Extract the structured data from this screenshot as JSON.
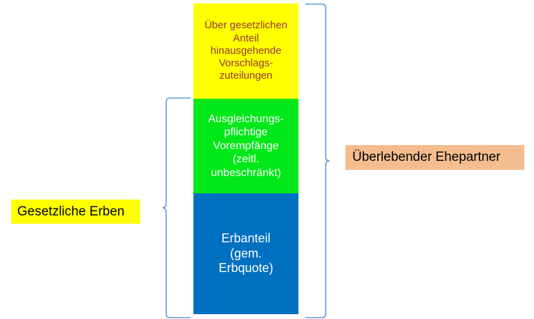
{
  "diagram": {
    "title": "Gesetzliche Erben / Überlebender Ehepartner",
    "colors": {
      "yellow_block_bg": "#ffff00",
      "yellow_block_text": "#963634",
      "green_block_bg": "#00e818",
      "green_block_text": "#ffffff",
      "blue_block_bg": "#0070c0",
      "blue_block_text": "#ffffff",
      "left_label_bg": "#ffff00",
      "right_label_bg": "#f5bd8f",
      "label_text": "#000000",
      "brace_stroke": "#5b9bd5",
      "page_bg": "#ffffff"
    },
    "stack": {
      "blocks": [
        {
          "id": "vorschlagszuteilungen",
          "text": "Über gesetzlichen\nAnteil\nhinausgehende\nVorschlags-\nzuteilungen",
          "fill": "#ffff00",
          "text_color": "#963634"
        },
        {
          "id": "vorempfaenge",
          "text": "Ausgleichungs-\npflichtige\nVorempfänge\n(zeitl.\nunbeschränkt)",
          "fill": "#00e818",
          "text_color": "#ffffff"
        },
        {
          "id": "erbanteil",
          "text": "Erbanteil\n(gem.\nErbquote)",
          "fill": "#0070c0",
          "text_color": "#ffffff"
        }
      ]
    },
    "labels": {
      "left": "Gesetzliche Erben",
      "right": "Überlebender Ehepartner"
    },
    "braces": {
      "left": {
        "name": "left-brace",
        "spans_blocks": [
          "vorempfaenge",
          "erbanteil"
        ],
        "points_to": "Gesetzliche Erben"
      },
      "right": {
        "name": "right-brace",
        "spans_blocks": [
          "vorschlagszuteilungen",
          "vorempfaenge",
          "erbanteil"
        ],
        "points_to": "Überlebender Ehepartner"
      }
    }
  }
}
